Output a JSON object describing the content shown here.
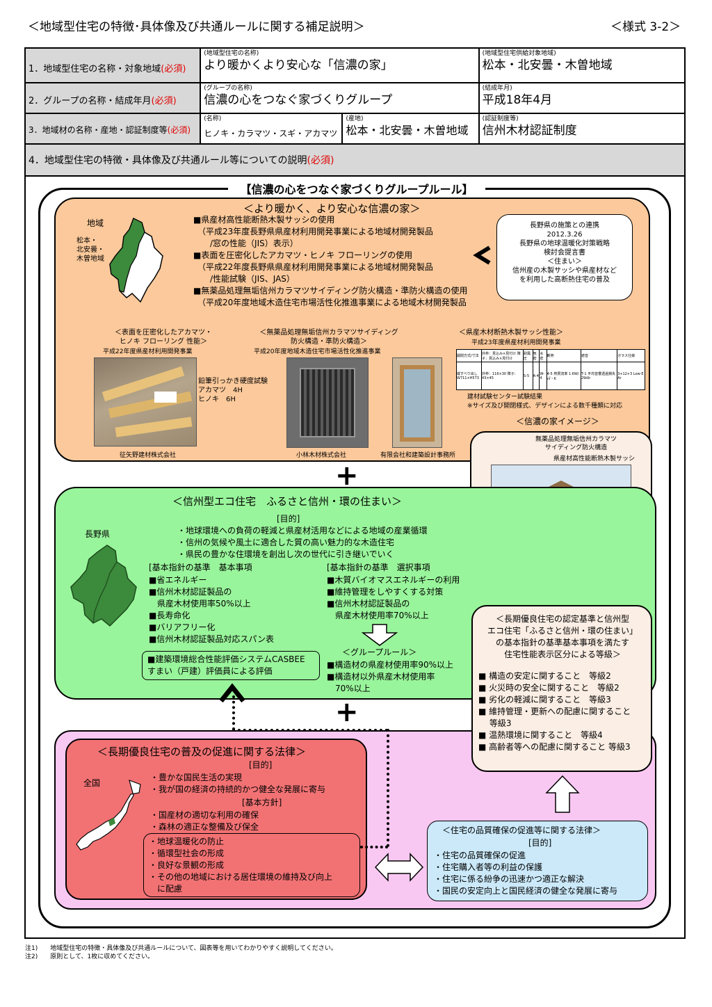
{
  "header": {
    "title": "＜地域型住宅の特徴･具体像及び共通ルールに関する補足説明＞",
    "form_no": "＜様式 3-2＞"
  },
  "form": {
    "row1": {
      "label": "1．地域型住宅の名称・対象地域",
      "req": "(必須)",
      "cap1": "(地域型住宅の名称)",
      "val1": "より暖かくより安心な「信濃の家」",
      "cap2": "(地域型住宅供給対象地域)",
      "val2": "松本・北安曇・木曽地域"
    },
    "row2": {
      "label": "2．グループの名称・結成年月",
      "req": "(必須)",
      "cap1": "(グループの名称)",
      "val1": "信濃の心をつなぐ家づくりグループ",
      "cap2": "(結成年月)",
      "val2": "平成18年4月"
    },
    "row3": {
      "label": "3．地域材の名称・産地・認証制度等",
      "req": "(必須)",
      "cap1": "(名称)",
      "val1": "ヒノキ・カラマツ・スギ・アカマツ",
      "cap2": "(産地)",
      "val2": "松本・北安曇・木曽地域",
      "cap3": "(認証制度等)",
      "val3": "信州木材認証制度"
    },
    "row4": {
      "label": "4．地域型住宅の特徴・具体像及び共通ルール等についての説明",
      "req": "(必須)"
    }
  },
  "rules_title": "【信濃の心をつなぐ家づくりグループルール】",
  "orange": {
    "title": "＜より暖かく、より安心な信濃の家＞",
    "region": "地域",
    "region_names": [
      "松本・",
      "北安曇・",
      "木曽地域"
    ],
    "items": [
      "■県産材高性能断熱木製サッシの使用",
      "　（平成23年度長野県県産材利用開発事業による地域材開発製品",
      "　　/窓の性能（JIS）表示）",
      "■表面を圧密化したアカマツ・ヒノキ フローリングの使用",
      "　（平成22年度長野県県産材利用開発事業による地域材開発製品",
      "　　/性能試験（JIS、JAS）",
      "■無薬品処理無垢信州カラマツサイディング防火構造・準防火構造の使用",
      "　（平成20年度地域木造住宅市場活性化推進事業による地域木材開発製品"
    ],
    "policy": [
      "長野県の施策との連携",
      "2012.3.26",
      "長野県の地球温暖化対策戦略",
      "検討会提言書",
      "＜住まい＞",
      "信州産の木製サッシや県産材など",
      "を利用した高断熱住宅の普及"
    ],
    "photo1_title": [
      "＜表面を圧密化したアカマツ・",
      "ヒノキ フローリング 性能＞"
    ],
    "photo1_sub": "平成22年度県産材利用開発事業",
    "photo1_test": [
      "鉛筆引っかき硬度試験",
      "アカマツ　4H",
      "ヒノキ　6H"
    ],
    "photo1_credit": "征矢野建材株式会社",
    "photo2_title": [
      "＜無薬品処理無垢信州カラマツサイディング",
      "防火構造・準防火構造＞"
    ],
    "photo2_sub": "平成20年度地域木造住宅市場活性化推進事業",
    "photo2_credit": "小林木材株式会社",
    "photo3_credit": "有限会社和建築設計事務所",
    "sash_title": "＜県産木材断熱木製サッシ性能＞",
    "sash_sub": "平成23年度県産材利用開発事業",
    "sash_headers": [
      "開閉方式/寸法",
      "外枠：見込み×見付け 障子：見込み×見付け",
      "耐風圧",
      "気密",
      "水密",
      "断熱",
      "遮音",
      "ガラス仕様"
    ],
    "sash_row": [
      "縦すべり出し W711×H573",
      "外枠：116×30 障子：43×45",
      "S-5",
      "A-4",
      "W-4",
      "4-5 熱貫流率 1.6W/㎡・K",
      "T-1 平均音響透過損失 29db",
      "3+12+3 Low-E Ar"
    ],
    "sash_note1": "建材試験センター試験結果",
    "sash_note2": "※サイズ及び開閉様式、デザインによる数千種類に対応",
    "image_title": "＜信濃の家イメージ＞",
    "image_label1": [
      "無薬品処理無垢信州カラマツ",
      "サイディング防火構造"
    ],
    "image_label2": "県産材高性能断熱木製サッシ"
  },
  "green": {
    "title": "＜信州型エコ住宅　ふるさと信州・環の住まい＞",
    "region": "長野県",
    "purpose_head": "[目的]",
    "purpose": [
      "・地球環境への負荷の軽減と県産材活用などによる地域の産業循環",
      "・信州の気候や風土に適合した質の高い魅力的な木造住宅",
      "・県民の豊かな住環境を創出し次の世代に引き継いでいく"
    ],
    "basic_head": "[基本指針の基準　基本事項",
    "basic": [
      "■省エネルギー",
      "■信州木材認証製品の",
      "　県産木材使用率50%以上",
      "■長寿命化",
      "■バリアフリー化",
      "■信州木材認証製品対応スパン表"
    ],
    "casbee": [
      "■建築環境総合性能評価システムCASBEE",
      "すまい（戸建）評価員による評価"
    ],
    "select_head": "[基本指針の基準　選択事項",
    "select": [
      "■木質バイオマスエネルギーの利用",
      "■維持管理をしやすくする対策",
      "■信州木材認証製品の",
      "　県産木材使用率70%以上"
    ],
    "group_head": "＜グループルール＞",
    "group": [
      "■構造材の県産材使用率90%以上",
      "■構造材以外県産木材使用率",
      "　70%以上"
    ]
  },
  "long_cert": {
    "head": [
      "＜長期優良住宅の認定基準と信州型",
      "エコ住宅「ふるさと信州・環の住まい」",
      "の基本指針の基準基本事項を満たす",
      "住宅性能表示区分による等級＞"
    ],
    "items": [
      "■ 構造の安定に関すること　等級2",
      "■ 火災時の安全に関すること　等級2",
      "■ 劣化の軽減に関すること　等級3",
      "■ 維持管理・更新への配慮に関すること",
      "　 等級3",
      "■ 温熱環境に関すること　等級4",
      "■ 高齢者等への配慮に関すること 等級3"
    ]
  },
  "red": {
    "title": "＜長期優良住宅の普及の促進に関する法律＞",
    "region": "全国",
    "purpose_head": "[目的]",
    "purpose": [
      "・豊かな国民生活の実現",
      "・我が国の経済の持続的かつ健全な発展に寄与"
    ],
    "policy_head": "[基本方針]",
    "policy": [
      "・国産材の適切な利用の確保",
      "・森林の適正な整備及び保全"
    ],
    "boxed": [
      "・地球温暖化の防止",
      "・循環型社会の形成",
      "・良好な景観の形成",
      "・その他の地域における居住環境の維持及び向上",
      "　に配慮"
    ]
  },
  "blue": {
    "title": "＜住宅の品質確保の促進等に関する法律＞",
    "purpose_head": "[目的]",
    "items": [
      "・住宅の品質確保の促進",
      "・住宅購入者等の利益の保護",
      "・住宅に係る紛争の迅速かつ適正な解決",
      "・国民の安定向上と国民経済の健全な発展に寄与"
    ]
  },
  "notes": [
    "注1)　　地域型住宅の特徴・具体像及び共通ルールについて、図表等を用いてわかりやすく説明してください。",
    "注2)　　原則として、1枚に収めてください。"
  ],
  "colors": {
    "orange": "#fbc99b",
    "green": "#99f59b",
    "pink": "#f9c8f2",
    "red": "#f27274",
    "blue": "#cbe9f9",
    "cream": "#fbeee4",
    "map": "#3c8a3c"
  }
}
